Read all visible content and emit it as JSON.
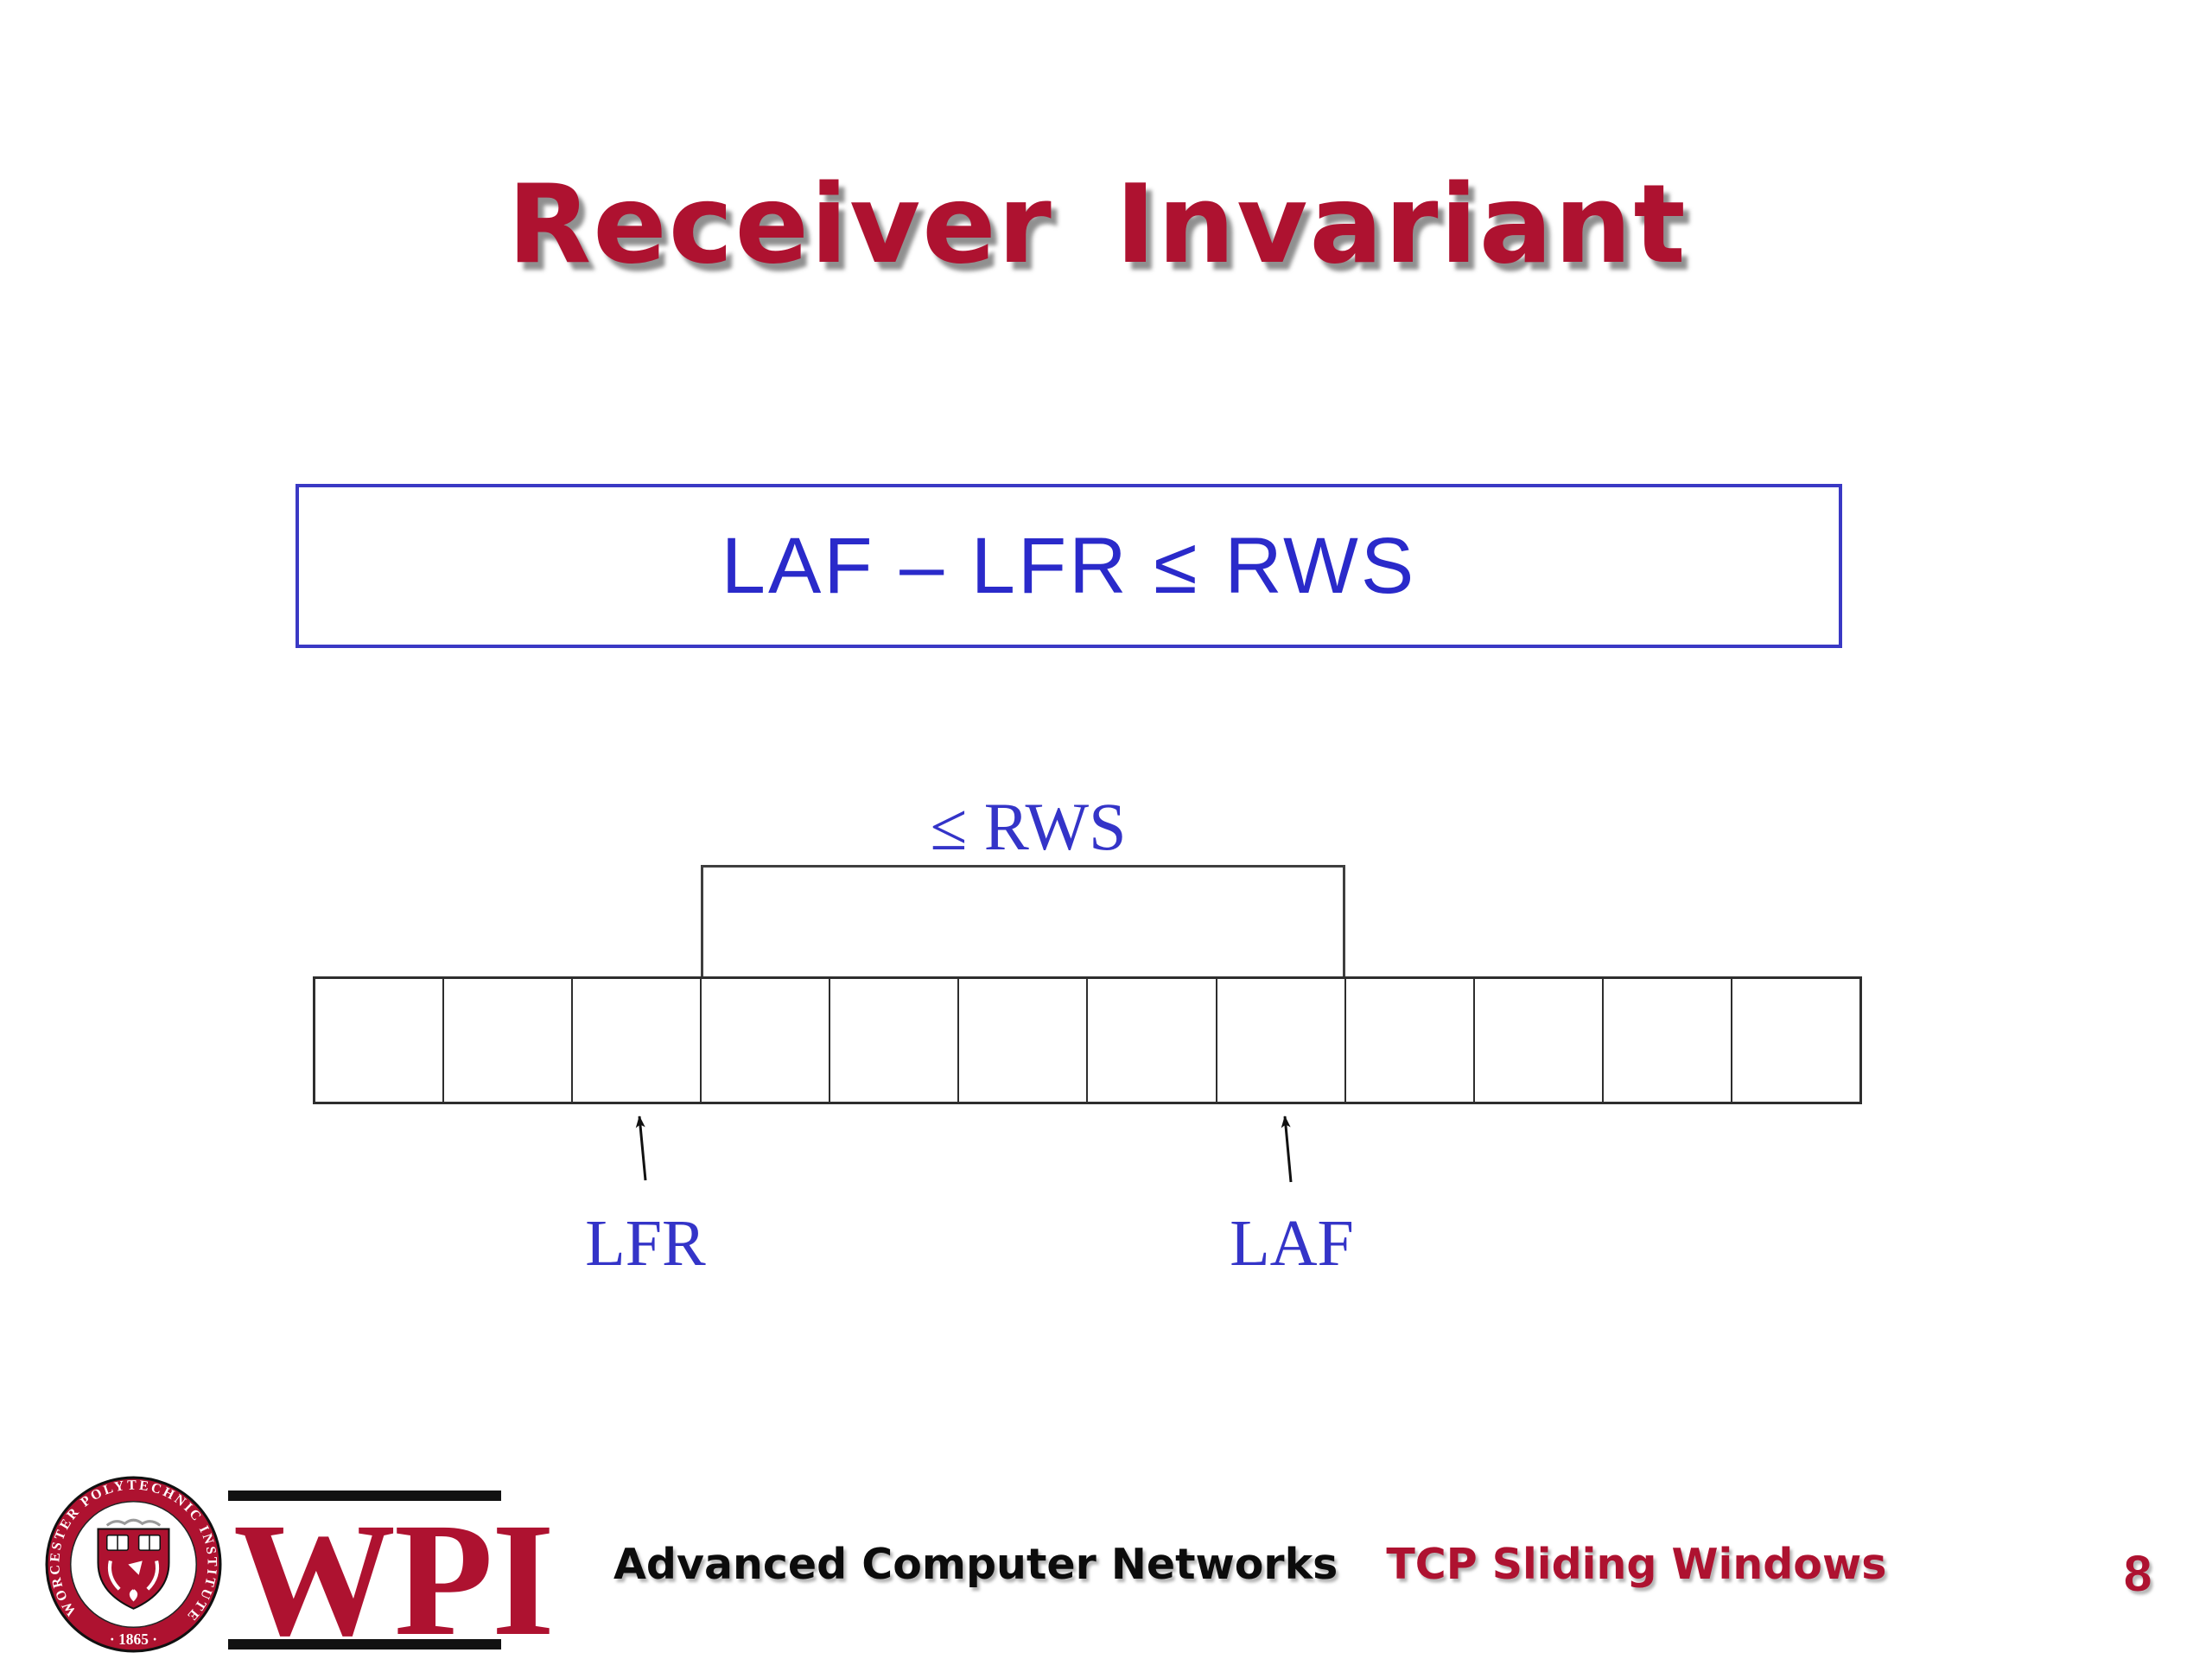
{
  "slide": {
    "title": "Receiver Invariant",
    "formula": "LAF – LFR ≤ RWS",
    "diagram": {
      "window_label": "≤ RWS",
      "lfr_label": "LFR",
      "laf_label": "LAF",
      "num_cells": 12,
      "window_start_cell": 4,
      "window_end_cell": 8,
      "lfr_cell": 3,
      "laf_cell": 8
    },
    "footer": {
      "course": "Advanced Computer Networks",
      "topic": "TCP Sliding Windows",
      "page_number": "8",
      "logo": {
        "seal_text": "WORCESTER POLYTECHNIC INSTITUTE",
        "seal_year": "· 1865 ·",
        "wordmark": "WPI"
      }
    },
    "colors": {
      "crimson": "#AE1230",
      "formula_blue": "#2A2ACA",
      "label_blue": "#3434C8",
      "box_border_blue": "#3A39C4",
      "line_dark": "#2E2E2E"
    }
  }
}
